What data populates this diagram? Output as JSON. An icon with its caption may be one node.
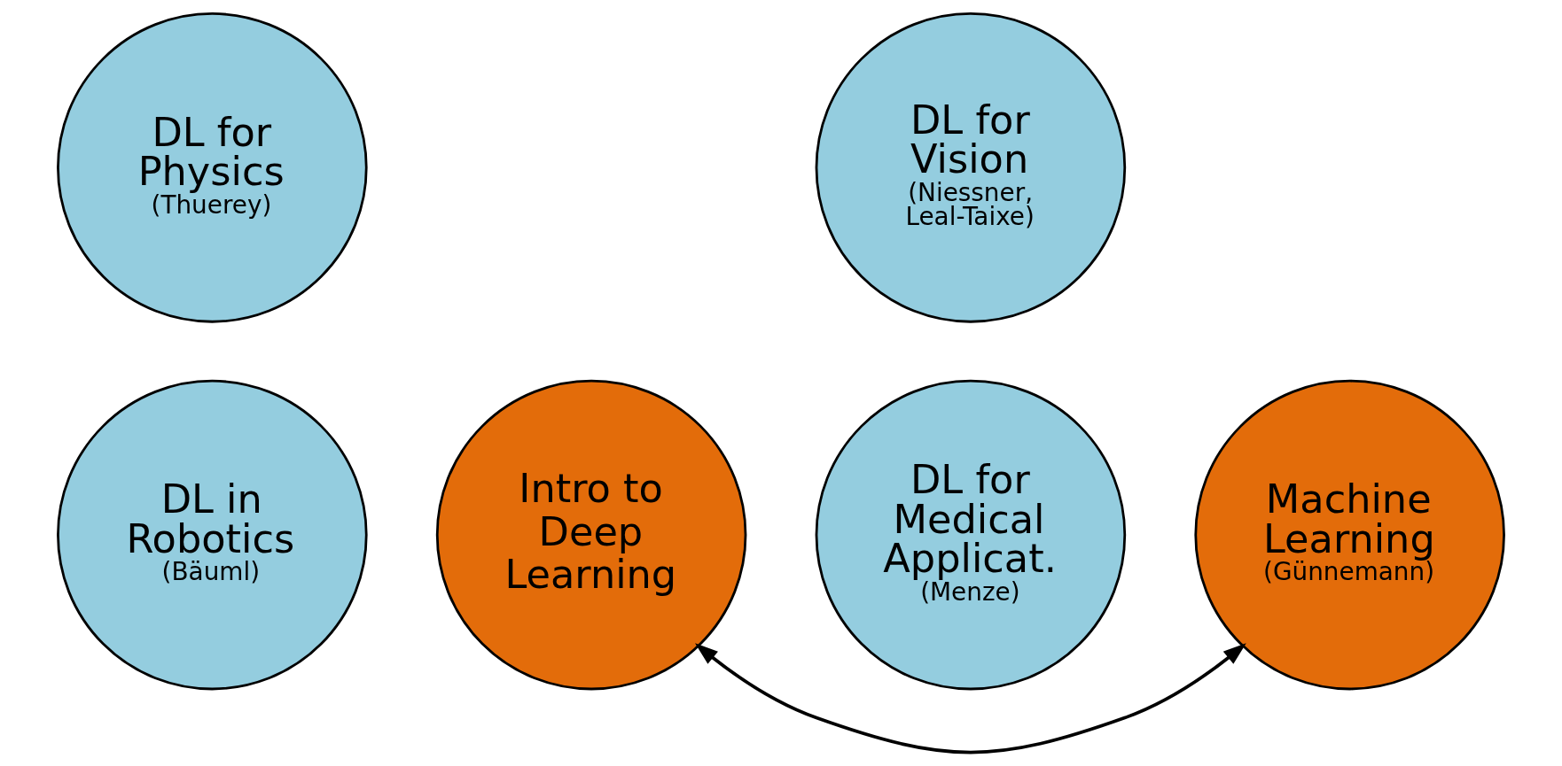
{
  "diagram": {
    "nodes": [
      {
        "text": [
          "DL in Robotics",
          "(Bäuml)"
        ]
      },
      {
        "text": [
          "DL for Medical Applicat.",
          "(Menze)"
        ]
      },
      {
        "text": [
          "Intro to Deep Learning"
        ]
      },
      {
        "text": [
          "Machine Learning",
          "(Günnemann)"
        ]
      },
      {
        "text": [
          "DL for Physics",
          "(Thuerey)"
        ]
      },
      {
        "text": [
          "DL for Vision",
          "(Niessner, Leal-Taixe)"
        ]
      }
    ],
    "edges": [
      {
        "from": 2,
        "to": 3,
        "arrow": "both"
      }
    ]
  }
}
